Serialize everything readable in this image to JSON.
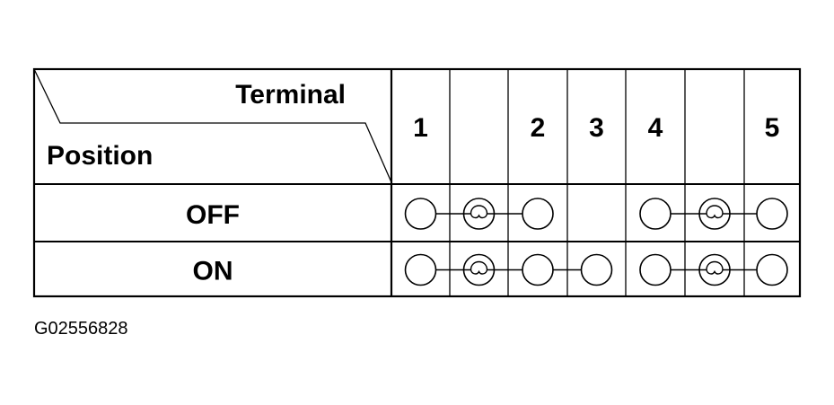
{
  "header": {
    "terminal_label": "Terminal",
    "position_label": "Position"
  },
  "columns": [
    {
      "label": "1"
    },
    {
      "label": ""
    },
    {
      "label": "2"
    },
    {
      "label": "3"
    },
    {
      "label": "4"
    },
    {
      "label": ""
    },
    {
      "label": "5"
    }
  ],
  "rows": [
    {
      "label": "OFF",
      "cells": [
        "terminal",
        "bulb",
        "terminal",
        "",
        "terminal",
        "bulb",
        "terminal"
      ],
      "links": [
        [
          0,
          1
        ],
        [
          1,
          2
        ],
        [
          4,
          5
        ],
        [
          5,
          6
        ]
      ]
    },
    {
      "label": "ON",
      "cells": [
        "terminal",
        "bulb",
        "terminal",
        "terminal",
        "terminal",
        "bulb",
        "terminal"
      ],
      "links": [
        [
          0,
          1
        ],
        [
          1,
          2
        ],
        [
          2,
          3
        ],
        [
          4,
          5
        ],
        [
          5,
          6
        ]
      ]
    }
  ],
  "figure_code": "G02556828"
}
